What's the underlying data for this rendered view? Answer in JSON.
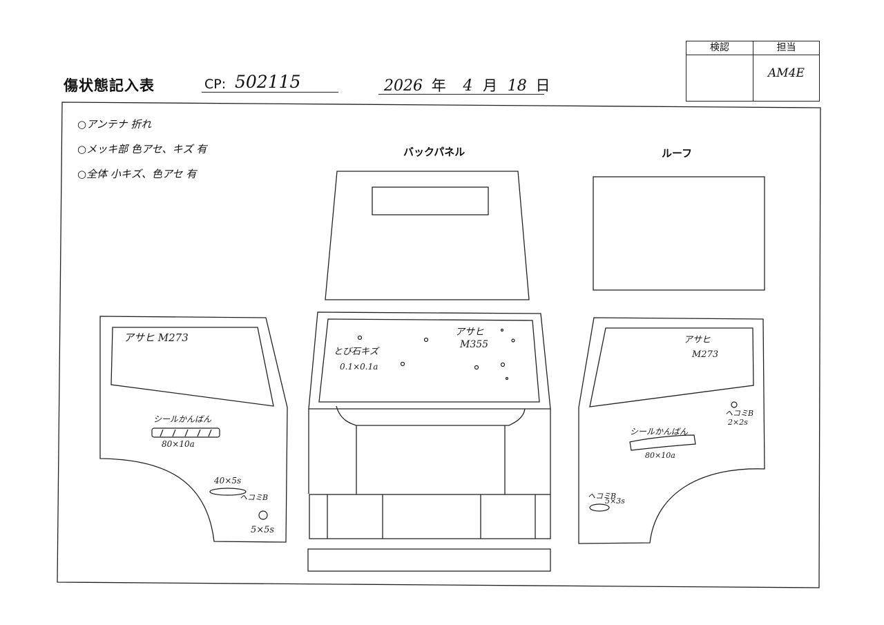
{
  "header": {
    "title": "傷状態記入表",
    "cp_label": "CP:",
    "cp_value": "502115",
    "date_year": "2026",
    "date_year_unit": "年",
    "date_month": "4",
    "date_month_unit": "月",
    "date_day": "18",
    "date_day_unit": "日"
  },
  "stamp_box": {
    "inspection_label": "検認",
    "charge_label": "担当",
    "charge_signature": "AM4E"
  },
  "notes": [
    "○アンテナ 折れ",
    "○メッキ部 色アセ、キズ 有",
    "○全体 小キズ、色アセ 有"
  ],
  "panels": {
    "back_panel_label": "バックパネル",
    "roof_label": "ルーフ"
  },
  "left_door": {
    "glass_note": "アサヒ M273",
    "seal_note": "シールかんばん",
    "seal_size": "80×10a",
    "scratch_size": "40×5s",
    "dent_note": "ヘコミB",
    "dent_size": "5×5s"
  },
  "rear_glass": {
    "glass_note_1": "アサヒ",
    "glass_note_2": "M355",
    "chip_note_1": "とび石キズ",
    "chip_note_2": "0.1×0.1a"
  },
  "right_door": {
    "glass_note_1": "アサヒ",
    "glass_note_2": "M273",
    "dent_note": "ヘコミB",
    "dent_size": "2×2s",
    "seal_note": "シールかんばん",
    "seal_size": "80×10a",
    "lower_dent_note": "ヘコミB",
    "lower_dent_size": "5×3s"
  },
  "colors": {
    "ink": "#1a1a1a",
    "paper": "#ffffff"
  }
}
